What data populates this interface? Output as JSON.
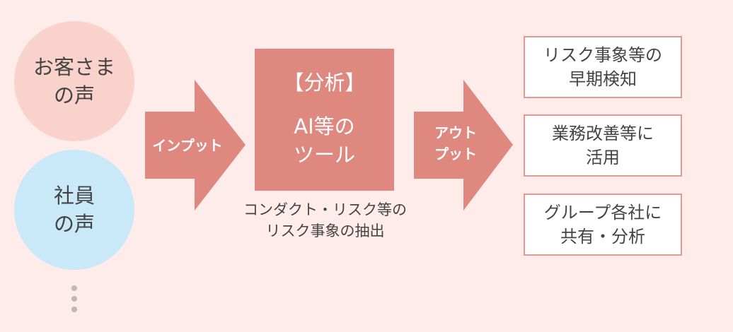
{
  "inputs": [
    {
      "label": "お客さま\nの声"
    },
    {
      "label": "社員\nの声"
    }
  ],
  "input_arrow": {
    "label": "インプット"
  },
  "analysis": {
    "title": "【分析】",
    "body": "AI等の\nツール",
    "caption": "コンダクト・リスク等の\nリスク事象の抽出"
  },
  "output_arrow": {
    "label": "アウト\nプット"
  },
  "outputs": [
    {
      "label": "リスク事象等の\n早期検知"
    },
    {
      "label": "業務改善等に\n活用"
    },
    {
      "label": "グループ各社に\n共有・分析"
    }
  ],
  "colors": {
    "background": "#fdecea",
    "customer_circle": "#f9d2cb",
    "employee_circle": "#c9e8f8",
    "accent": "#df8880",
    "output_border": "#e39a92"
  }
}
